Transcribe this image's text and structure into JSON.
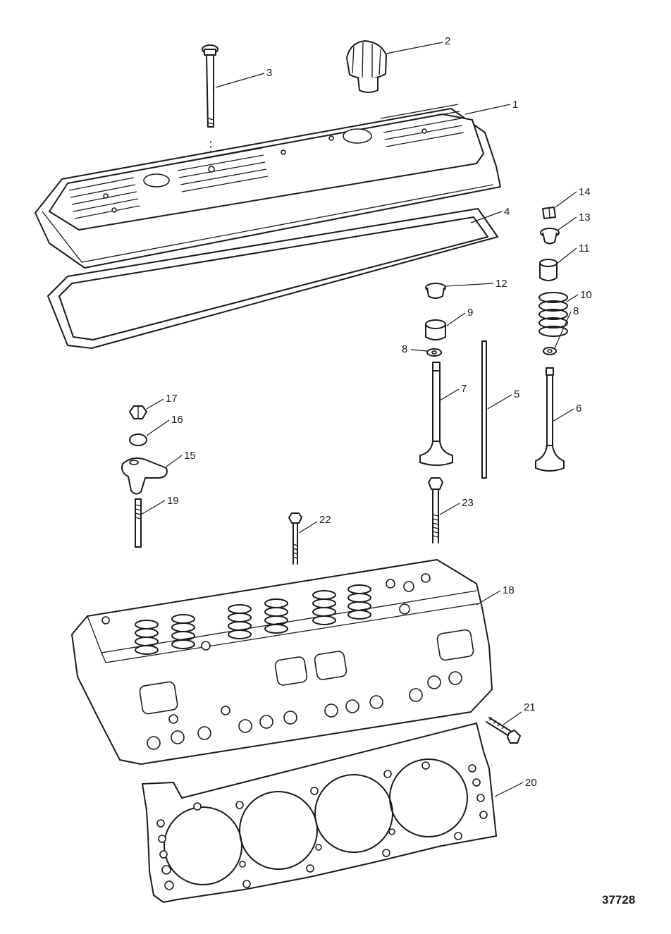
{
  "figure_id": "37728",
  "callouts": {
    "c1": "1",
    "c2": "2",
    "c3": "3",
    "c4": "4",
    "c5": "5",
    "c6": "6",
    "c7": "7",
    "c8a": "8",
    "c8b": "8",
    "c9": "9",
    "c10": "10",
    "c11": "11",
    "c12": "12",
    "c13": "13",
    "c14": "14",
    "c15": "15",
    "c16": "16",
    "c17": "17",
    "c18": "18",
    "c19": "19",
    "c20": "20",
    "c21": "21",
    "c22": "22",
    "c23": "23"
  }
}
